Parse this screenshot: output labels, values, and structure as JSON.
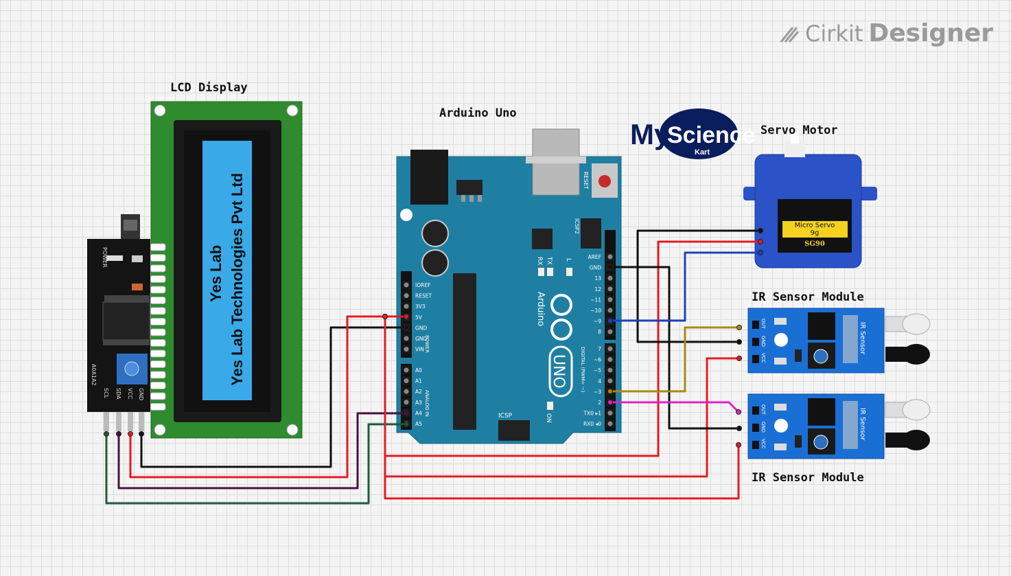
{
  "brand": {
    "name_light": "Cirkit",
    "name_bold": "Designer"
  },
  "labels": {
    "lcd": "LCD Display",
    "arduino": "Arduino Uno",
    "servo": "Servo Motor",
    "ir1": "IR Sensor Module",
    "ir2": "IR Sensor Module"
  },
  "lcd": {
    "screen_line1": "Yes Lab",
    "screen_line2": "Yes Lab Technologies Pvt Ltd",
    "i2c_pins": [
      "GND",
      "VCC",
      "SDA",
      "SCL"
    ],
    "side_text": "POWER",
    "addr_text": "A0A1A2"
  },
  "logo": {
    "my": "My",
    "science": "Science",
    "kart": "Kart"
  },
  "arduino": {
    "reset": "RESET",
    "icsp2": "ICSP2",
    "icsp": "ICSP",
    "power_pins": [
      "IOREF",
      "RESET",
      "3V3",
      "5V",
      "GND",
      "GND",
      "VIN"
    ],
    "power_label": "POWER",
    "analog_pins": [
      "A0",
      "A1",
      "A2",
      "A3",
      "A4",
      "A5"
    ],
    "analog_label": "ANALOG IN",
    "digital_top": [
      "AREF",
      "GND",
      "13",
      "12",
      "~11",
      "~10",
      "~9",
      "8"
    ],
    "digital_bottom": [
      "7",
      "~6",
      "~5",
      "4",
      "~3",
      "2",
      "TX0 ▸1",
      "RX0 ◂0"
    ],
    "digital_label": "DIGITAL (PWM= ~)",
    "brand_text": "Arduino",
    "model_text": "UNO",
    "led_labels": [
      "TX",
      "RX",
      "L"
    ],
    "on_label": "ON"
  },
  "servo": {
    "line1": "Micro Servo",
    "line2": "9g",
    "line3": "SG90"
  },
  "ir_sensor": {
    "pins": [
      "OUT",
      "GND",
      "VCC"
    ],
    "side_text": "IR Sensor"
  },
  "colors": {
    "wire_red": "#e31b23",
    "wire_black": "#111111",
    "wire_blue": "#1f3fbf",
    "wire_gold": "#a88a12",
    "wire_magenta": "#e020c8",
    "wire_purple": "#4a1140",
    "wire_green": "#1d5b3a",
    "arduino_board": "#1f7fa3",
    "lcd_pcb": "#2e8b2e",
    "lcd_screen": "#3aa9e8",
    "ir_board": "#1a6fd4",
    "servo_body": "#2b52c6"
  }
}
